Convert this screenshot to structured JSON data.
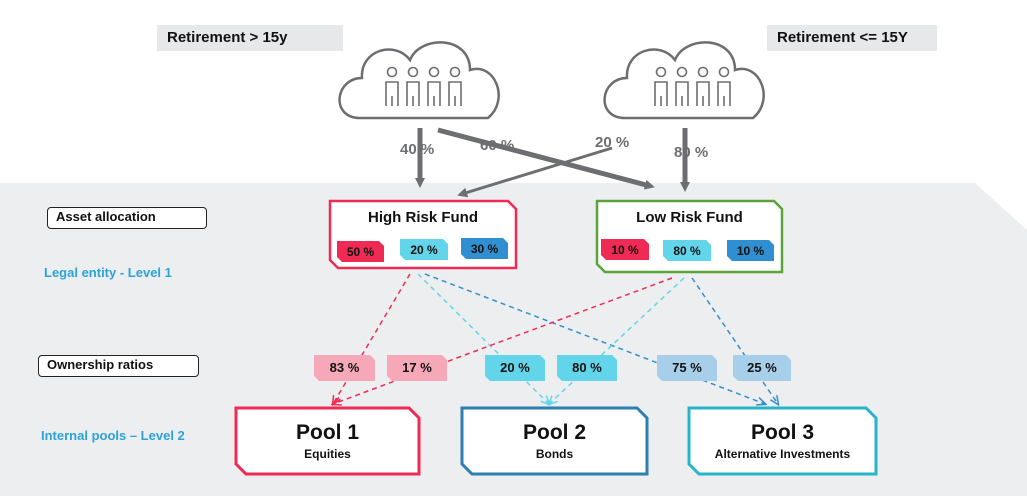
{
  "retirement_left": "Retirement > 15y",
  "retirement_right": "Retirement <= 15Y",
  "flows": {
    "left_down": "40 %",
    "left_cross": "60 %",
    "right_cross": "20 %",
    "right_down": "80 %"
  },
  "labels": {
    "asset_allocation": "Asset allocation",
    "legal_entity": "Legal entity - Level 1",
    "ownership_ratios": "Ownership ratios",
    "internal_pools": "Internal pools – Level 2"
  },
  "funds": {
    "high": {
      "title": "High Risk Fund",
      "tags": [
        "50 %",
        "20 %",
        "30 %"
      ]
    },
    "low": {
      "title": "Low Risk Fund",
      "tags": [
        "10 %",
        "80 %",
        "10 %"
      ]
    }
  },
  "ownership": [
    "83 %",
    "17 %",
    "20 %",
    "80 %",
    "75 %",
    "25 %"
  ],
  "pools": [
    {
      "title": "Pool 1",
      "subtitle": "Equities"
    },
    {
      "title": "Pool 2",
      "subtitle": "Bonds"
    },
    {
      "title": "Pool 3",
      "subtitle": "Alternative Investments"
    }
  ],
  "colors": {
    "red": "#ee2a55",
    "red_light": "#f6a8b8",
    "cyan": "#62d5ea",
    "cyan_light": "#a6e3ef",
    "blue": "#2f8fd1",
    "blue_light": "#a7cfea",
    "green": "#5aa33a",
    "grey": "#6d6e71",
    "pool2": "#2b7fb1",
    "pool3": "#27b4c8"
  }
}
